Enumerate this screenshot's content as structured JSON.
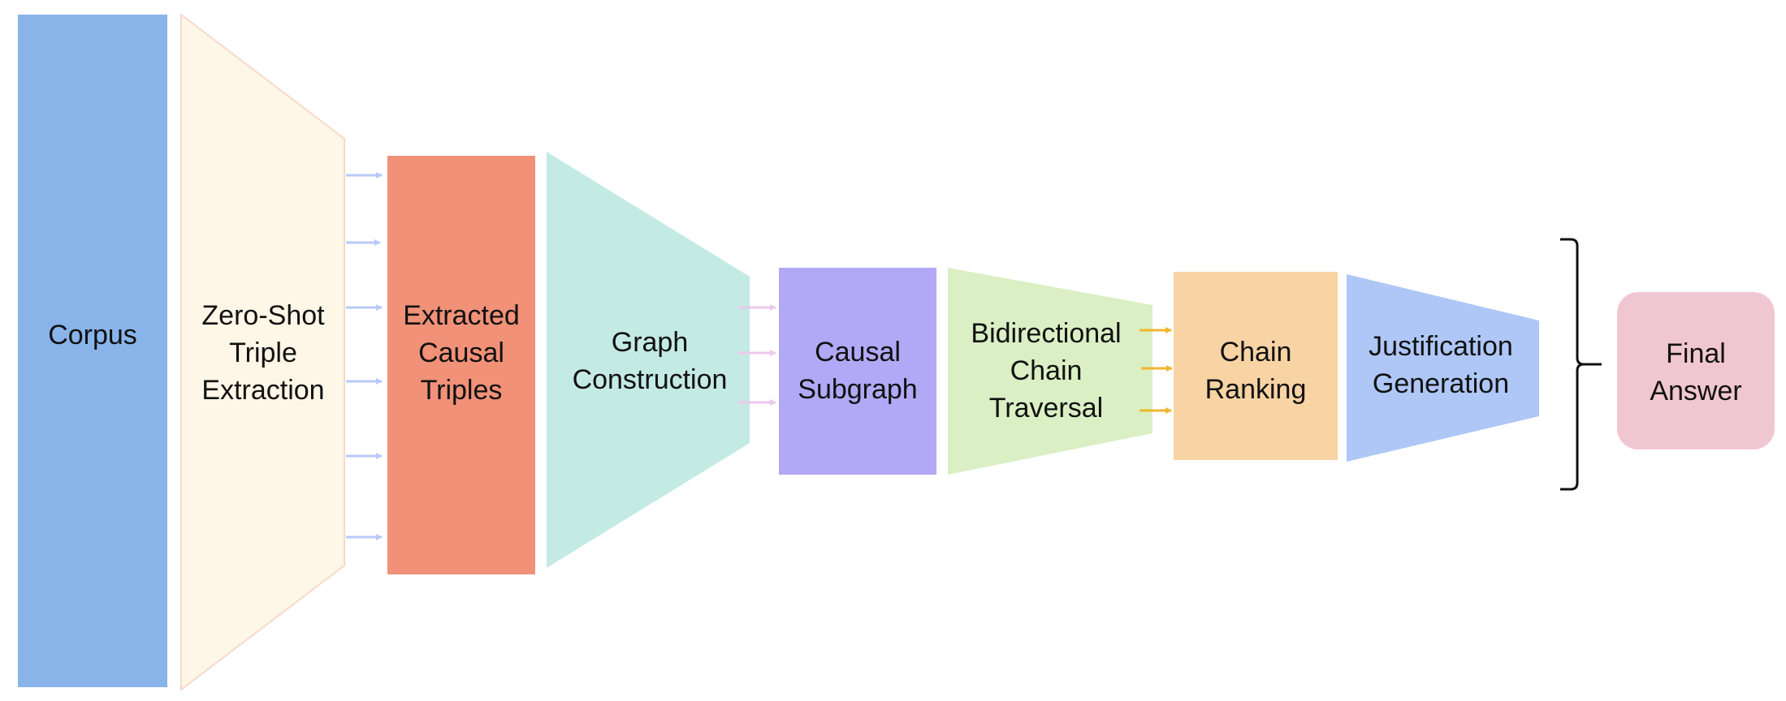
{
  "diagram": {
    "type": "pipeline-flow",
    "stages": [
      {
        "id": "corpus",
        "lines": [
          "Corpus"
        ],
        "shape": "rectangle",
        "color": "#89b4ea"
      },
      {
        "id": "zero-shot-triple-extraction",
        "lines": [
          "Zero-Shot",
          "Triple",
          "Extraction"
        ],
        "shape": "trapezoid-narrowing",
        "color": "#fef6e6",
        "border": "#f8d9c9"
      },
      {
        "id": "extracted-causal-triples",
        "lines": [
          "Extracted",
          "Causal",
          "Triples"
        ],
        "shape": "rectangle",
        "color": "#f09178"
      },
      {
        "id": "graph-construction",
        "lines": [
          "Graph",
          "Construction"
        ],
        "shape": "trapezoid-narrowing",
        "color": "#c4eae4"
      },
      {
        "id": "causal-subgraph",
        "lines": [
          "Causal",
          "Subgraph"
        ],
        "shape": "rectangle",
        "color": "#b3a8f5"
      },
      {
        "id": "bidirectional-chain-traversal",
        "lines": [
          "Bidirectional",
          "Chain",
          "Traversal"
        ],
        "shape": "trapezoid-narrowing",
        "color": "#daefc4"
      },
      {
        "id": "chain-ranking",
        "lines": [
          "Chain",
          "Ranking"
        ],
        "shape": "rectangle",
        "color": "#f8d3a4"
      },
      {
        "id": "justification-generation",
        "lines": [
          "Justification",
          "Generation"
        ],
        "shape": "trapezoid-narrowing",
        "color": "#aec7f7"
      },
      {
        "id": "final-answer",
        "lines": [
          "Final",
          "Answer"
        ],
        "shape": "rounded-rectangle",
        "color": "#f1c6d3"
      }
    ],
    "connectors": [
      {
        "from": "zero-shot-triple-extraction",
        "to": "extracted-causal-triples",
        "count": 6,
        "color": "#b9c9f7"
      },
      {
        "from": "graph-construction",
        "to": "causal-subgraph",
        "count": 3,
        "color": "#ecc8ec"
      },
      {
        "from": "bidirectional-chain-traversal",
        "to": "chain-ranking",
        "count": 3,
        "color": "#f1b62e"
      }
    ],
    "brace": {
      "groups": [
        "chain-ranking",
        "justification-generation"
      ],
      "points_to": "final-answer",
      "color": "#111111"
    }
  }
}
